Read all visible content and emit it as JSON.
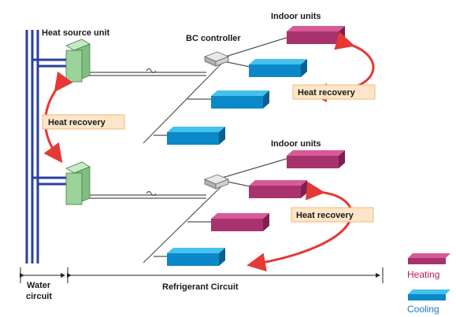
{
  "labels": {
    "heat_source_unit": "Heat source unit",
    "bc_controller": "BC controller",
    "indoor_units_top": "Indoor units",
    "indoor_units_bottom": "Indoor units",
    "heat_recovery_left": "Heat recovery",
    "heat_recovery_top": "Heat recovery",
    "heat_recovery_bottom": "Heat recovery",
    "water_circuit_line1": "Water",
    "water_circuit_line2": "circuit",
    "refrigerant_circuit": "Refrigerant Circuit"
  },
  "legend": {
    "heating": "Heating",
    "cooling": "Cooling"
  },
  "colors": {
    "heating": "#a8326e",
    "heating_top": "#d75a98",
    "cooling": "#0b88c8",
    "cooling_top": "#45c1ee",
    "heat_source": "#9bd39b",
    "water": "#2a3f9e",
    "arrow": "#e53935",
    "hr_box": "#fde6c8"
  }
}
